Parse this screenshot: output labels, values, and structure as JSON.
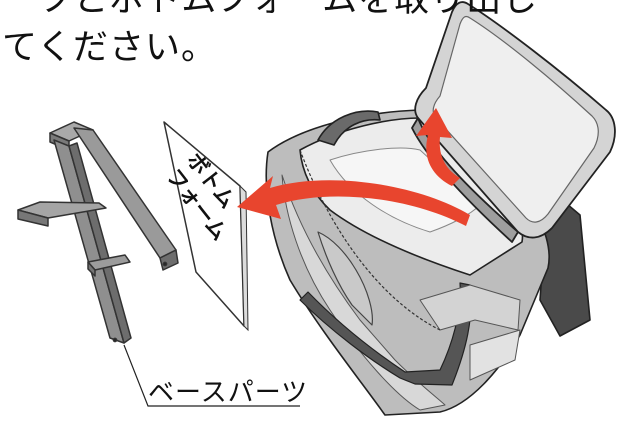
{
  "instructions": {
    "line1": "ーツとボトムフォームを取り出し",
    "line2": "てください。"
  },
  "labels": {
    "bottom_form_line1": "ボトム",
    "bottom_form_line2": "フォーム",
    "base_parts": "ベースパーツ"
  },
  "colors": {
    "arrow": "#e8452e",
    "frame": "#8a8a8a",
    "bag_body": "#bdbdbd",
    "outline": "#222222"
  }
}
